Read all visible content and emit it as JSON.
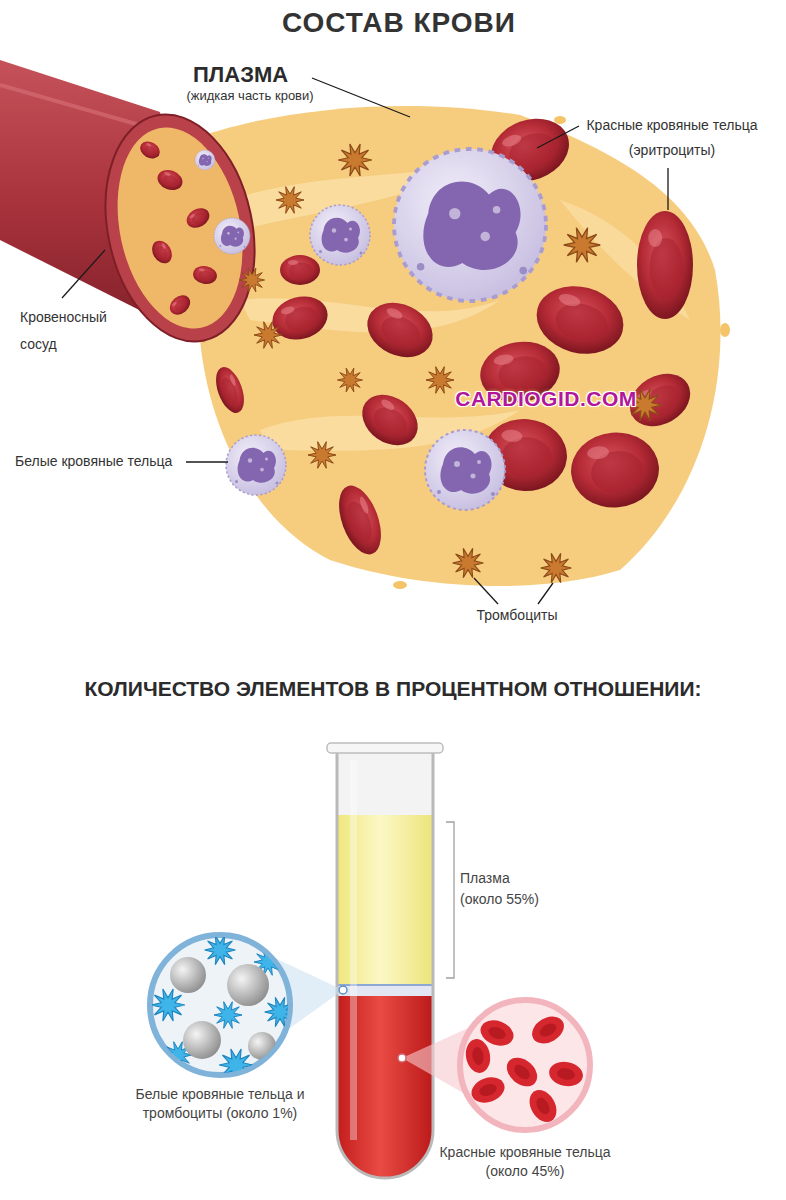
{
  "diagram": {
    "title": "СОСТАВ КРОВИ",
    "labels": [
      "ПЛАЗМА",
      "(жидкая часть крови)",
      "Красные кровяные тельца (эритроциты)",
      "Кровеносный сосуд",
      "CARDIOGID.COM",
      "Белые кровяные тельца",
      "Тромбоциты",
      "КОЛИЧЕСТВО ЭЛЕМЕНТОВ В ПРОЦЕНТНОМ ОТНОШЕНИИ:",
      "Плазма (около 55%)",
      "Белые кровяные тельца и тромбоциты (около 1%)",
      "Красные кровяные тельца (около 45%)"
    ]
  }
}
